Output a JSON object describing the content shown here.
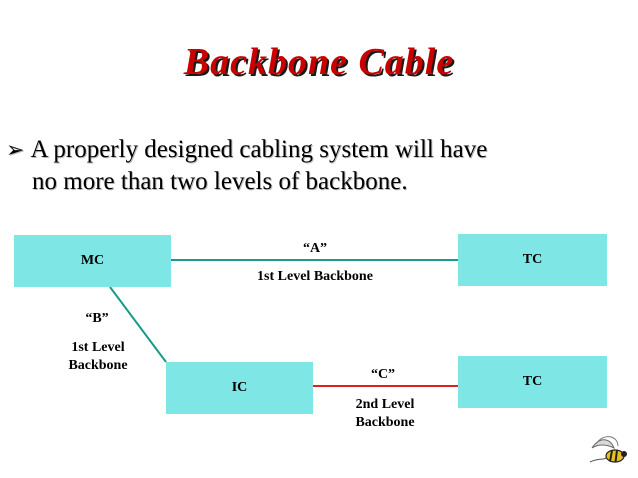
{
  "slide": {
    "title": "Backbone Cable",
    "bullet_line1": "A properly designed cabling system will have",
    "bullet_line2": "no more than two levels of backbone."
  },
  "diagram": {
    "nodes": {
      "mc": "MC",
      "tc_top": "TC",
      "ic": "IC",
      "tc_bottom": "TC"
    },
    "links": {
      "a_mark": "“A”",
      "a_label": "1st Level Backbone",
      "b_mark": "“B”",
      "b_label_line1": "1st Level",
      "b_label_line2": "Backbone",
      "c_mark": "“C”",
      "c_label_line1": "2nd Level",
      "c_label_line2": "Backbone"
    },
    "colors": {
      "box_fill": "#7fe6e6",
      "first_level_line": "#1a9a8a",
      "second_level_line": "#e02020",
      "title": "#c80000"
    }
  }
}
